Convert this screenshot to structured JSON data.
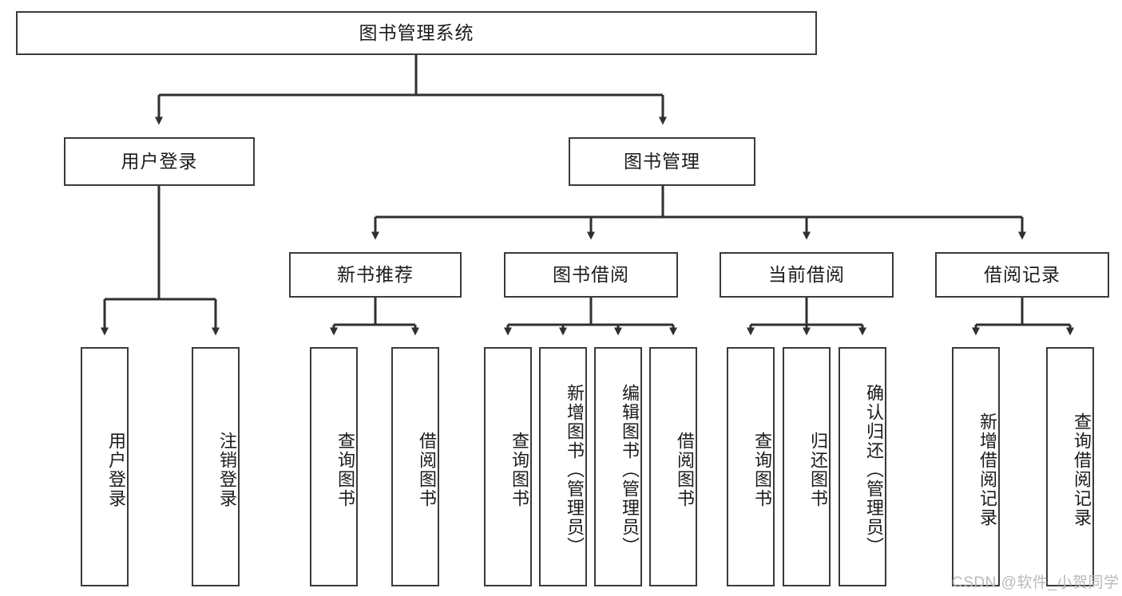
{
  "diagram": {
    "title_node": {
      "label": "图书管理系统"
    },
    "level2": [
      {
        "label": "用户登录"
      },
      {
        "label": "图书管理"
      }
    ],
    "level3": [
      {
        "label": "新书推荐"
      },
      {
        "label": "图书借阅"
      },
      {
        "label": "当前借阅"
      },
      {
        "label": "借阅记录"
      }
    ],
    "leaves": {
      "user_login": [
        {
          "label": "用户登录"
        },
        {
          "label": "注销登录"
        }
      ],
      "new_book_recommend": [
        {
          "label": "查询图书"
        },
        {
          "label": "借阅图书"
        }
      ],
      "book_borrow": [
        {
          "label": "查询图书"
        },
        {
          "label": "新增图书（管理员）"
        },
        {
          "label": "编辑图书（管理员）"
        },
        {
          "label": "借阅图书"
        }
      ],
      "current_borrow": [
        {
          "label": "查询图书"
        },
        {
          "label": "归还图书"
        },
        {
          "label": "确认归还（管理员）"
        }
      ],
      "borrow_record": [
        {
          "label": "新增借阅记录"
        },
        {
          "label": "查询借阅记录"
        }
      ]
    }
  },
  "watermark": {
    "text": "CSDN @软件_小贺同学"
  },
  "colors": {
    "box_border": "#3a3a3a",
    "line": "#2f2f2f",
    "text": "#1b1b1b",
    "watermark": "#b9b9b9",
    "background": "#ffffff"
  }
}
